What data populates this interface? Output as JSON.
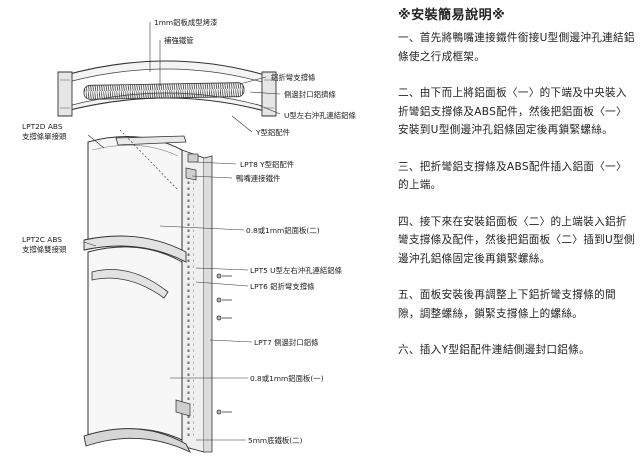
{
  "diagram": {
    "labels": {
      "top_tube": "1mm鋁板成型烤漆",
      "reinforce_tube": "補強鐵管",
      "al_support": "鋁折彎支撐條",
      "side_seal": "側邊封口鋁擠條",
      "u_side": "U型左右沖孔連結鋁條",
      "y_part": "Y型鋁配件",
      "lpt2d_1": "LPT2D ABS",
      "lpt2d_2": "支撐條單接頭",
      "lpt8": "LPT8 Y型鋁配件",
      "duckbill": "鴨嘴連接鐵件",
      "panel2": "0.8或1mm鋁面板(二)",
      "lpt2c_1": "LPT2C ABS",
      "lpt2c_2": "支撐條雙接頭",
      "lpt5": "LPT5 U型左右沖孔連結鋁條",
      "lpt6": "LPT6 鋁折彎支撐條",
      "lpt7": "LPT7 側邊封口鋁條",
      "panel1": "0.8或1mm鋁面板(一)",
      "base": "5mm底鐵板(二)"
    }
  },
  "instructions": {
    "title": "※安裝簡易說明※",
    "steps": [
      "一、首先將鴨嘴連接鐵件銜接U型側邊沖孔連結鋁條使之行成框架。",
      "二、由下而上將鋁面板〈一〉的下端及中央裝入折彎鋁支撐條及ABS配件，然後把鋁面板〈一〉安裝到U型側邊沖孔鋁條固定後再鎖緊螺絲。",
      "三、把折彎鋁支撐條及ABS配件插入鋁面〈一〉的上端。",
      "四、接下來在安裝鋁面板〈二〉的上端裝入鋁折彎支撐條及配件，然後把鋁面板〈二〉插到U型側邊沖孔鋁條固定後再鎖緊螺絲。",
      "五、面板安裝後再調整上下鋁折彎支撐條的間隙，調整螺絲，鎖緊支撐條上的螺絲。",
      "六、插入Y型鋁配件連結側邊封口鋁條。"
    ]
  }
}
